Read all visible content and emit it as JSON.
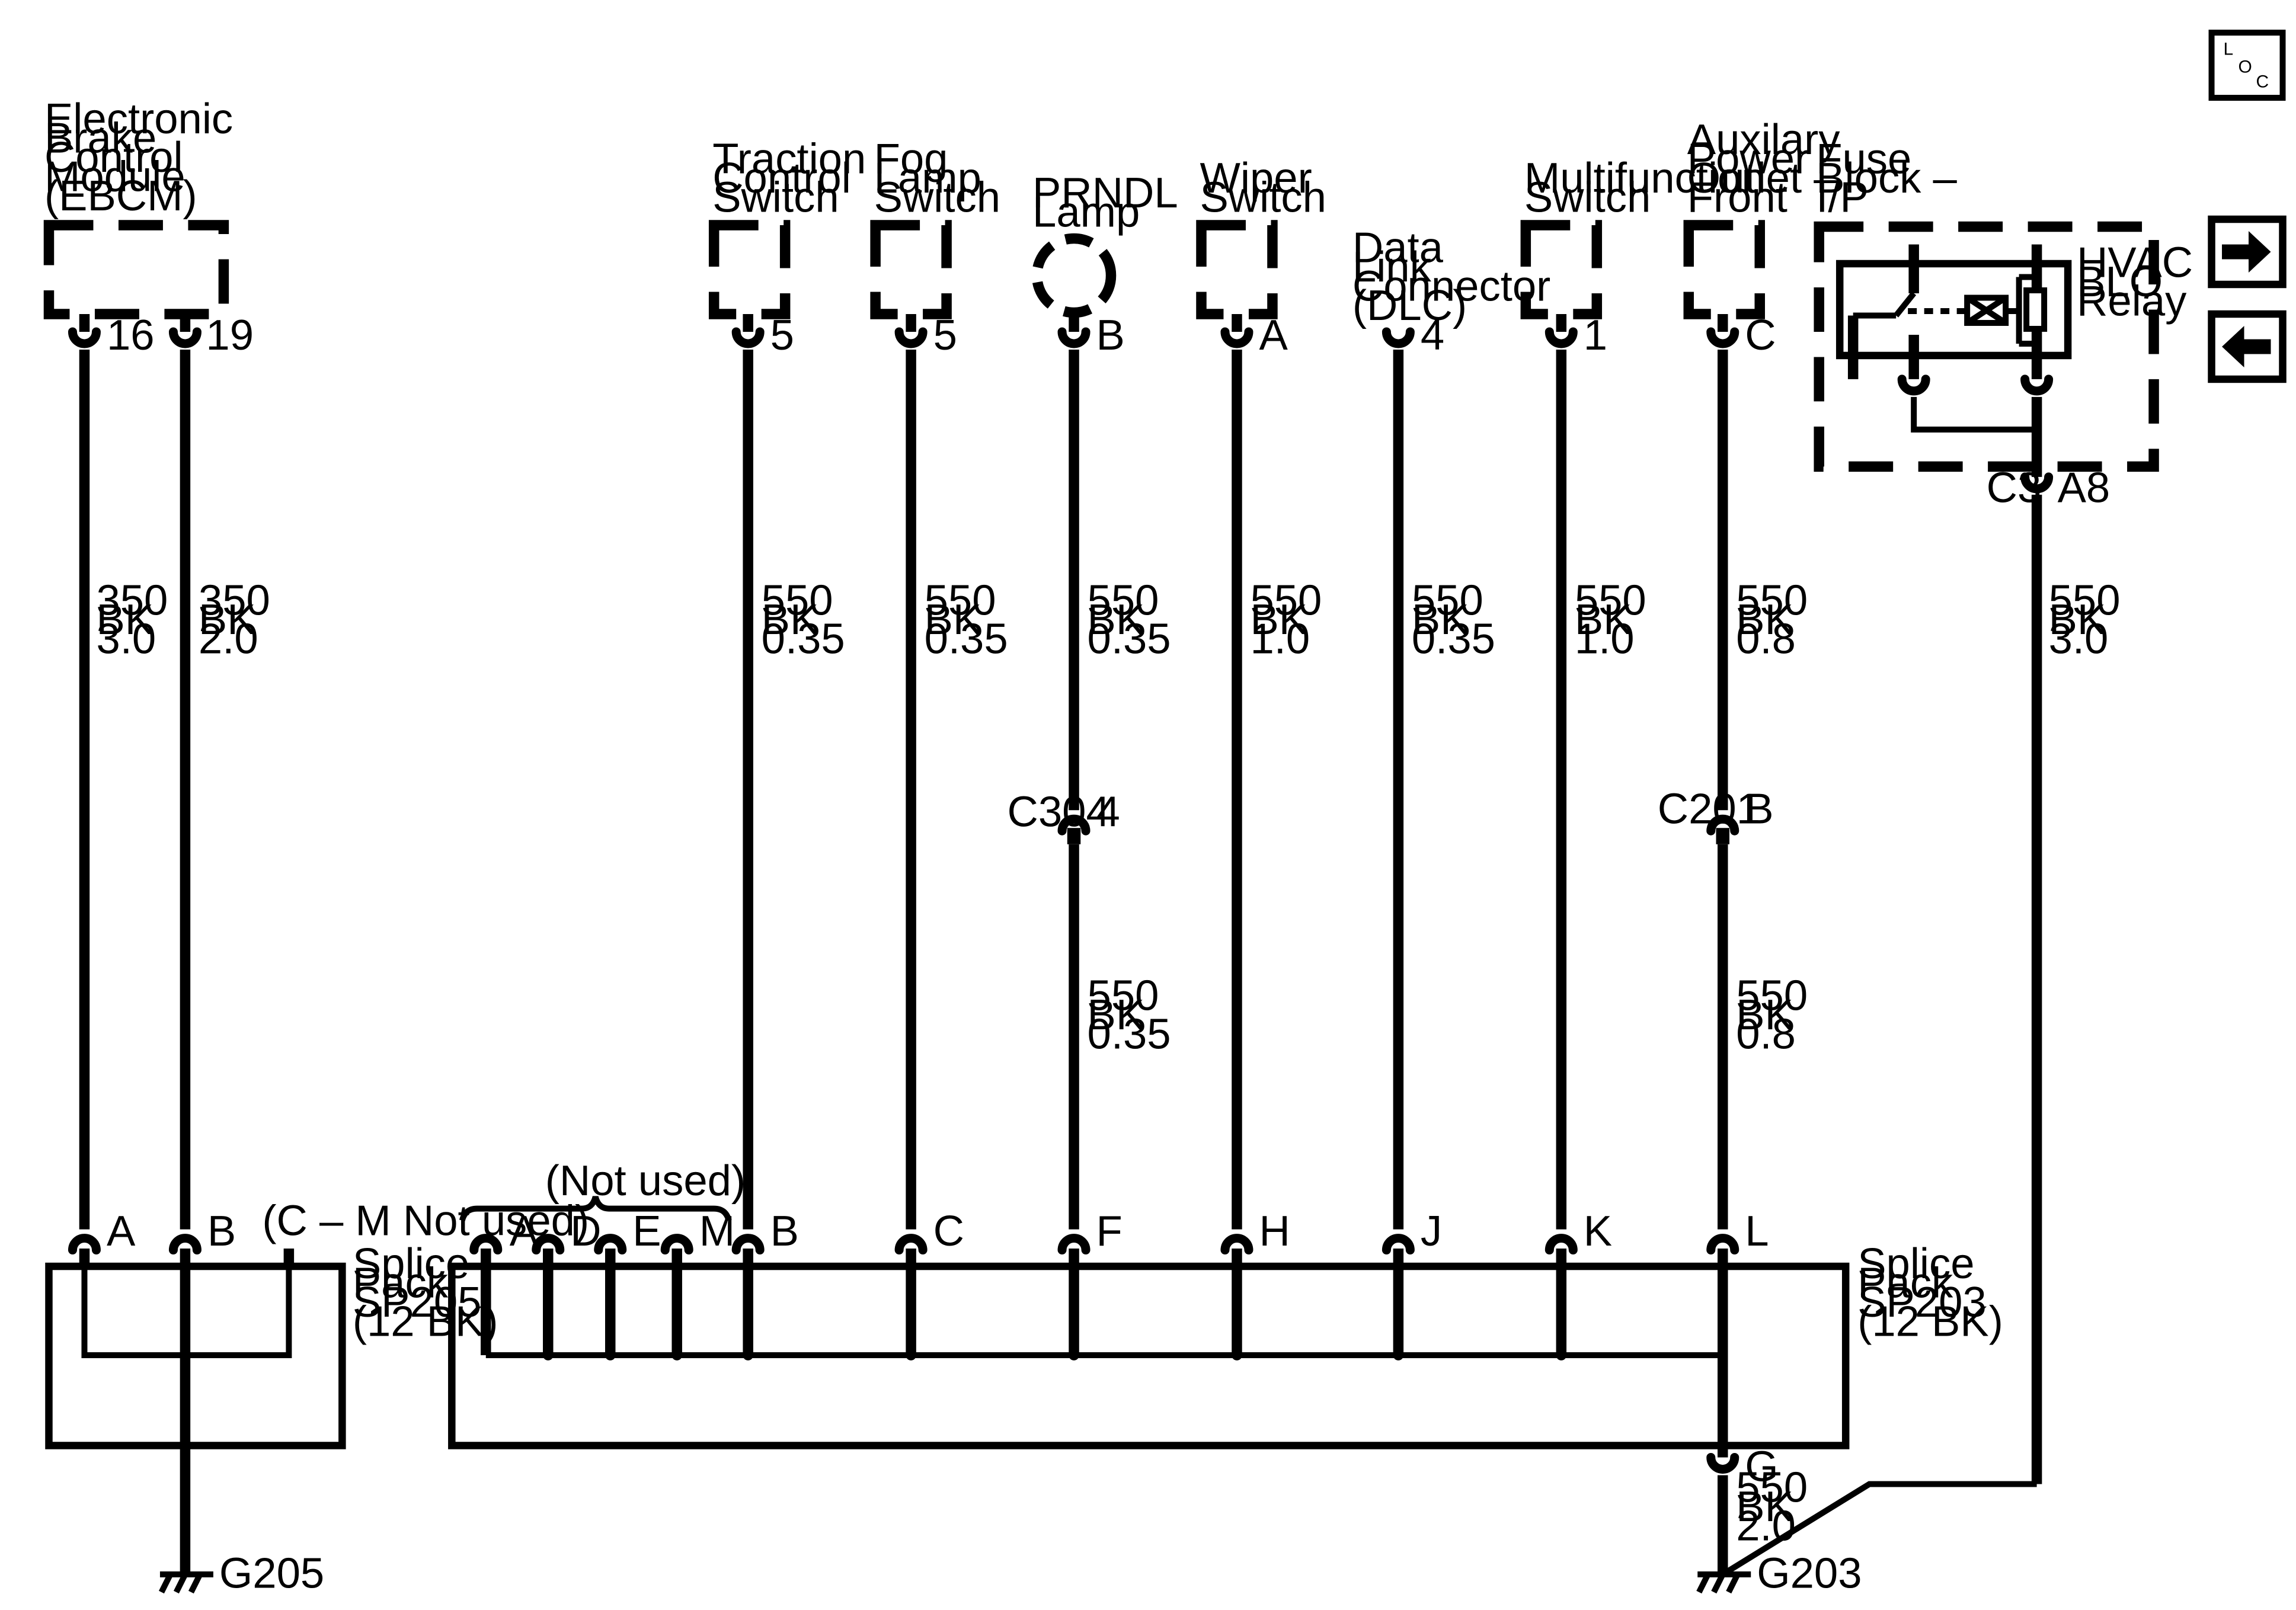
{
  "loc": {
    "l": "L",
    "o": "O",
    "c": "C"
  },
  "components": {
    "ebcm": [
      "Electronic",
      "Brake",
      "Control",
      "Module",
      "(EBCM)"
    ],
    "tcs": [
      "Traction",
      "Control",
      "Switch"
    ],
    "fog": [
      "Fog",
      "Lamp",
      "Switch"
    ],
    "prndl": [
      "PRNDL",
      "Lamp"
    ],
    "wiper": [
      "Wiper",
      "Switch"
    ],
    "dlc": [
      "Data",
      "Link",
      "Connector",
      "(DLC)"
    ],
    "mf": [
      "Multifunction",
      "Switch"
    ],
    "apo": [
      "Auxilary",
      "Power",
      "Outlet –",
      "Front"
    ],
    "fuse": [
      "Fuse",
      "Block –",
      "I/P"
    ],
    "relay": [
      "HVAC",
      "BLO",
      "Relay"
    ]
  },
  "pins": {
    "ebcm16": "16",
    "ebcm19": "19",
    "tcs": "5",
    "fog": "5",
    "prndl": "B",
    "wiper": "A",
    "dlc": "4",
    "mf": "1",
    "apo": "C",
    "c3": "C3",
    "a8": "A8"
  },
  "wires": {
    "w1": [
      "350",
      "BK",
      "3.0"
    ],
    "w2": [
      "350",
      "BK",
      "2.0"
    ],
    "w3": [
      "550",
      "BK",
      "0.35"
    ],
    "w4": [
      "550",
      "BK",
      "0.35"
    ],
    "w5": [
      "550",
      "BK",
      "0.35"
    ],
    "w5b": [
      "550",
      "BK",
      "0.35"
    ],
    "w6": [
      "550",
      "BK",
      "1.0"
    ],
    "w7": [
      "550",
      "BK",
      "0.35"
    ],
    "w8": [
      "550",
      "BK",
      "1.0"
    ],
    "w9": [
      "550",
      "BK",
      "0.8"
    ],
    "w9b": [
      "550",
      "BK",
      "0.8"
    ],
    "w10": [
      "550",
      "BK",
      "3.0"
    ],
    "wg": [
      "550",
      "BK",
      "2.0"
    ]
  },
  "inline": {
    "c304": "C304",
    "c304pin": "4",
    "c201": "C201",
    "c201pin": "B"
  },
  "sp205": {
    "label": [
      "Splice",
      "Pack",
      "SP205",
      "(12 BK)"
    ],
    "pinA": "A",
    "pinB": "B",
    "note": "(C – M Not used)"
  },
  "sp203": {
    "label": [
      "Splice",
      "Pack",
      "SP203",
      "(12 BK)"
    ],
    "not_used": "(Not used)",
    "pins": [
      "A",
      "D",
      "E",
      "M",
      "B",
      "C",
      "F",
      "H",
      "J",
      "K",
      "L"
    ],
    "pinG": "G"
  },
  "grounds": {
    "g205": "G205",
    "g203": "G203"
  },
  "nav": {
    "forward": "right-arrow-icon",
    "back": "left-arrow-icon"
  }
}
